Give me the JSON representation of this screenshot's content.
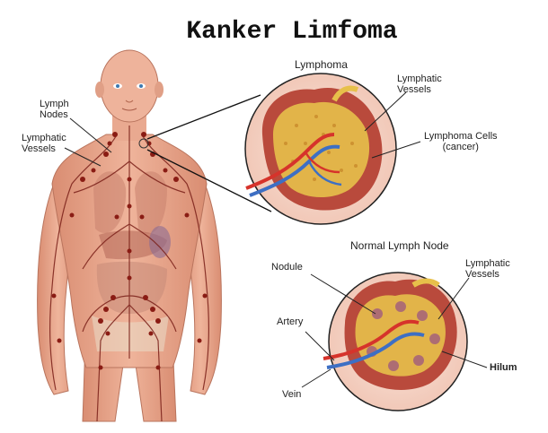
{
  "title": "Kanker Limfoma",
  "body_labels": {
    "lymph_nodes": "Lymph\nNodes",
    "lymphatic_vessels": "Lymphatic\nVessels"
  },
  "lymphoma_panel": {
    "heading": "Lymphoma",
    "lymphatic_vessels": "Lymphatic\nVessels",
    "lymphoma_cells": "Lymphoma Cells\n(cancer)"
  },
  "normal_panel": {
    "heading": "Normal Lymph Node",
    "nodule": "Nodule",
    "lymphatic_vessels": "Lymphatic\nVessels",
    "artery": "Artery",
    "hilum": "Hilum",
    "vein": "Vein"
  },
  "colors": {
    "skin": "#e8a58a",
    "skin_dark": "#c96f56",
    "node_tissue": "#b94a3c",
    "capsule": "#d48a77",
    "cells": "#e7c04a",
    "artery": "#d6332b",
    "vein": "#3d6fc4",
    "lymph": "#f3e7a6"
  }
}
